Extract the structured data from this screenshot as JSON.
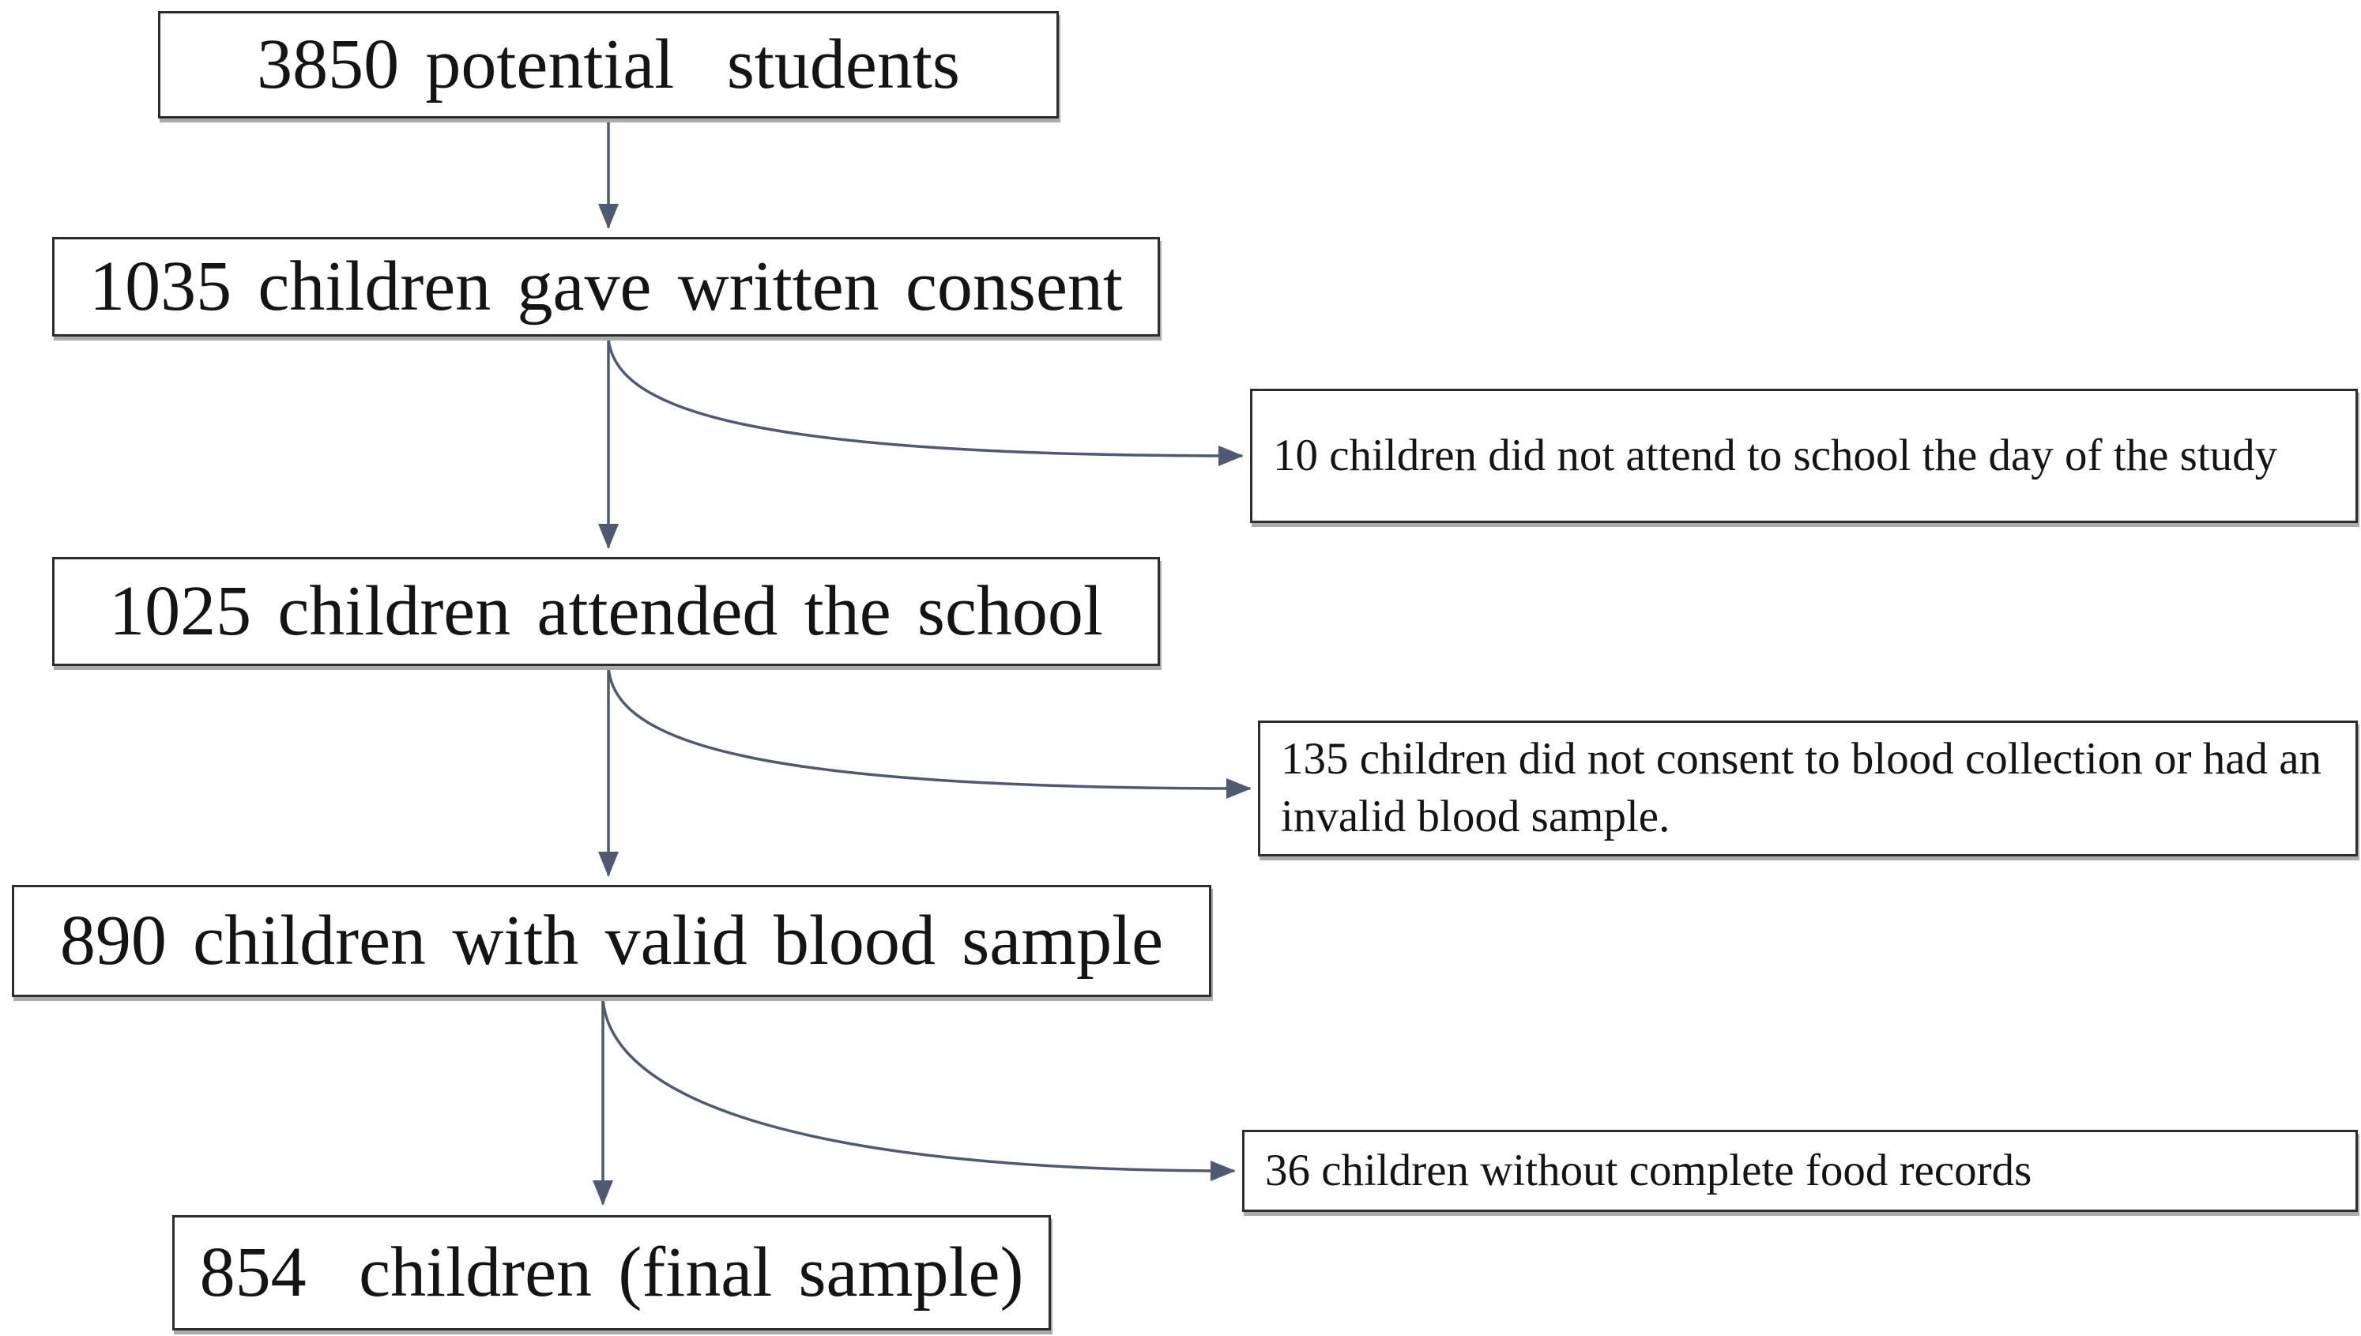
{
  "diagram": {
    "title": "participant-flow-chart",
    "colors": {
      "background": "#ffffff",
      "arrow": "#4d5a71",
      "border": "#2d2d2d",
      "text": "#141414",
      "shadow": "#ababab"
    },
    "main_boxes": [
      {
        "id": "potential-students",
        "label": "3850 potential  students"
      },
      {
        "id": "written-consent",
        "label": "1035 children gave written consent"
      },
      {
        "id": "attended-school",
        "label": "1025 children attended the school"
      },
      {
        "id": "valid-blood-sample",
        "label": "890 children with valid blood sample"
      },
      {
        "id": "final-sample",
        "label": "854  children (final sample)"
      }
    ],
    "exclusion_boxes": [
      {
        "id": "did-not-attend",
        "label": "10 children did not attend to school the day of the study"
      },
      {
        "id": "no-blood-consent",
        "label": "135 children did not consent to blood collection or had an invalid blood sample."
      },
      {
        "id": "incomplete-food-records",
        "label": "36 children without complete food records"
      }
    ]
  }
}
